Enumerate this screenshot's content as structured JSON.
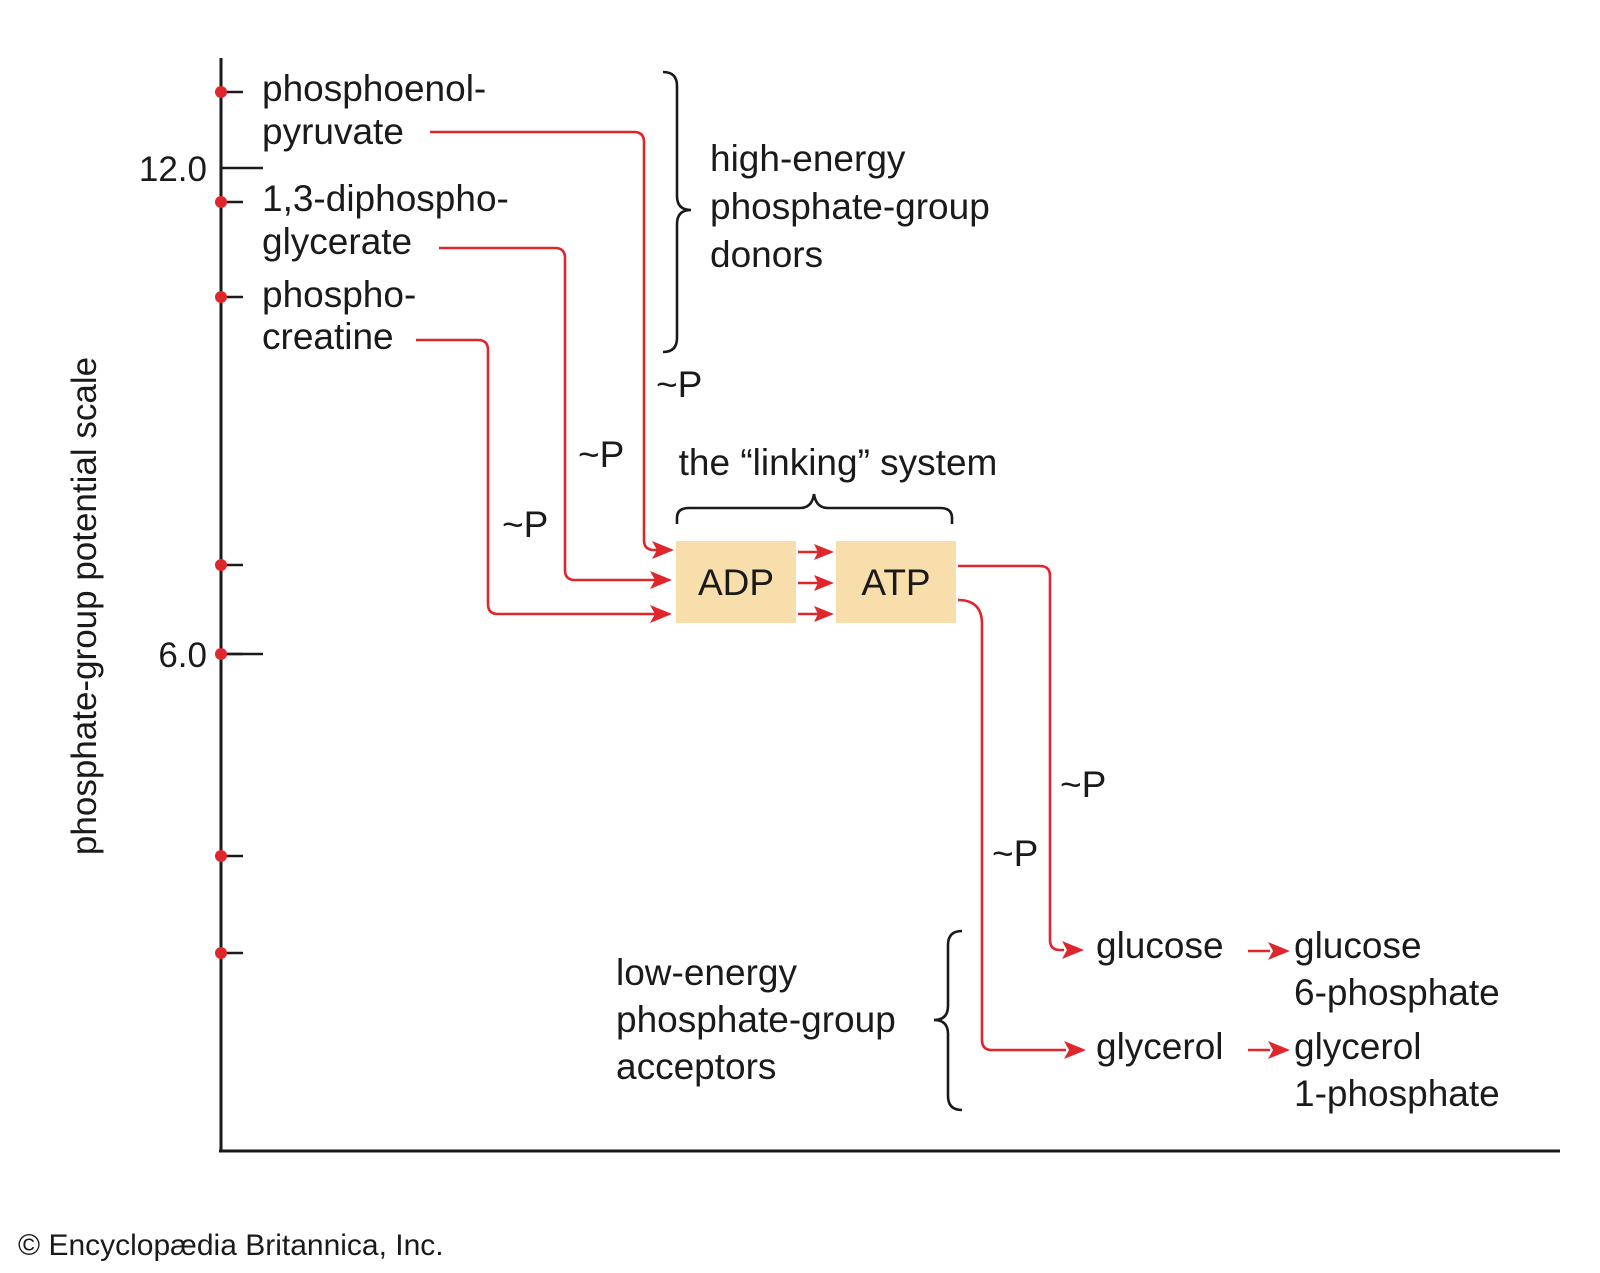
{
  "y_axis": {
    "label": "phosphate-group potential scale",
    "tick_labels": [
      "12.0",
      "6.0"
    ]
  },
  "donors": {
    "pep_line1": "phosphoenol-",
    "pep_line2": "pyruvate",
    "dpg_line1": "1,3-diphospho-",
    "dpg_line2": "glycerate",
    "pc_line1": "phospho-",
    "pc_line2": "creatine",
    "group_line1": "high-energy",
    "group_line2": "phosphate-group",
    "group_line3": "donors"
  },
  "linking": {
    "title": "the “linking” system",
    "adp": "ADP",
    "atp": "ATP"
  },
  "transfer_label": "~P",
  "acceptors": {
    "group_line1": "low-energy",
    "group_line2": "phosphate-group",
    "group_line3": "acceptors",
    "glucose": "glucose",
    "glucose_product_line1": "glucose",
    "glucose_product_line2": "6-phosphate",
    "glycerol": "glycerol",
    "glycerol_product_line1": "glycerol",
    "glycerol_product_line2": "1-phosphate"
  },
  "credit": "© Encyclopædia Britannica, Inc.",
  "colors": {
    "arrow": "#e0262d",
    "box_fill": "#f8deab",
    "ink": "#1a1a1a"
  }
}
